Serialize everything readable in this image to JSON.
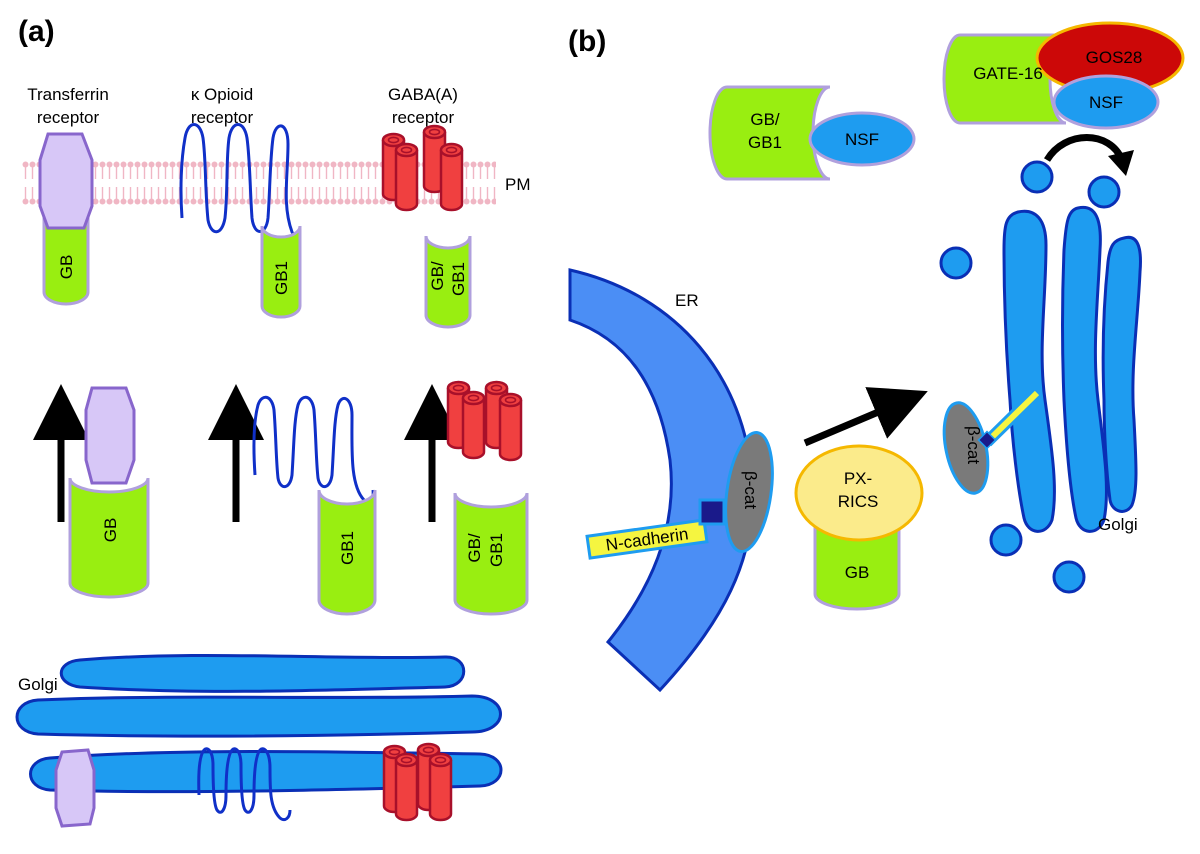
{
  "panels": {
    "a": "(a)",
    "b": "(b)"
  },
  "panel_a": {
    "receptors": {
      "transferrin": [
        "Transferrin",
        "receptor"
      ],
      "opioid": [
        "κ Opioid",
        "receptor"
      ],
      "gaba": [
        "GABA(A)",
        "receptor"
      ]
    },
    "pm_label": "PM",
    "cup_labels": {
      "gb": "GB",
      "gb1": "GB1",
      "gbgb1": [
        "GB/",
        "GB1"
      ]
    },
    "golgi_label": "Golgi"
  },
  "panel_b": {
    "complex1": {
      "cup": [
        "GB/",
        "GB1"
      ],
      "partner": "NSF"
    },
    "complex2": {
      "cup": "GATE-16",
      "top": "GOS28",
      "bottom": "NSF"
    },
    "er_label": "ER",
    "ncadherin_label": "N-cadherin",
    "bcat_label": "β-cat",
    "pxrics_label": [
      "PX-",
      "RICS"
    ],
    "gb_label": "GB",
    "golgi_label": "Golgi"
  },
  "colors": {
    "cup_green": "#99ee11",
    "cup_outline": "#b0a0dd",
    "golgi_blue": "#1e9cf0",
    "golgi_outline": "#0a2fb5",
    "er_blue": "#4b8ef5",
    "gaba_red": "#f04040",
    "gaba_outline": "#a8102a",
    "lilac": "#d7c7f7",
    "membrane_pink": "#f0b6c4",
    "gos28_red": "#cc0808",
    "pxrics_yellow": "#fbeb8b",
    "bcat_gray": "#7a7a7a"
  }
}
